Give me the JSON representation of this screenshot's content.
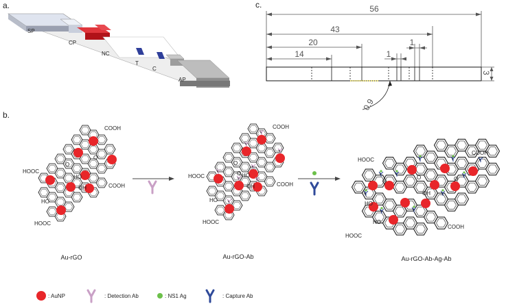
{
  "panels": {
    "a": {
      "label": "a.",
      "parts": [
        "SP",
        "CP",
        "NC",
        "T",
        "C",
        "AP"
      ]
    },
    "b": {
      "label": "b.",
      "stages": [
        "Au-rGO",
        "Au-rGO-Ab",
        "Au-rGO-Ab-Ag-Ab"
      ],
      "groups": {
        "cooh": "COOH",
        "hooc": "HOOC",
        "oh": "OH",
        "ho": "HO",
        "o": "O"
      }
    },
    "c": {
      "label": "c.",
      "dimensions": [
        "56",
        "43",
        "20",
        "14",
        "1",
        "1",
        "3",
        "0.9"
      ]
    }
  },
  "legend": [
    {
      "icon": "aunp",
      "label": ": AuNP"
    },
    {
      "icon": "detection-ab",
      "label": ": Detection Ab"
    },
    {
      "icon": "ns1-ag",
      "label": ": NS1 Ag"
    },
    {
      "icon": "capture-ab",
      "label": ": Capture Ab"
    }
  ],
  "colors": {
    "aunp": "#e8262a",
    "detection_ab": "#c9a0c6",
    "ns1_ag": "#6cc04a",
    "capture_ab": "#2f4a9a",
    "cp": "#c8161d",
    "sp": "#d8dde9",
    "ap": "#a9a9a9",
    "line_gray": "#8c8c8c"
  }
}
